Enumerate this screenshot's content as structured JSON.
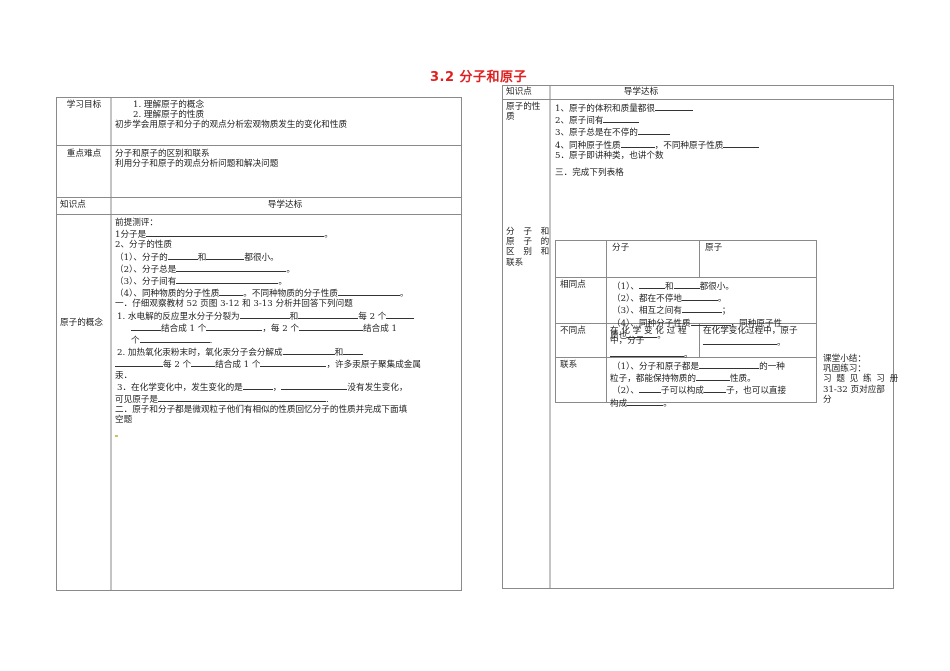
{
  "title": "3.2 分子和原子",
  "left_table": {
    "rows": [
      {
        "label": "学习目标",
        "lines": [
          "1.   理解原子的概念",
          "2.   理解原子的性质",
          "初步学会用原子和分子的观点分析宏观物质发生的变化和性质"
        ]
      },
      {
        "label": "重点难点",
        "lines": [
          "分子和原子的区别和联系",
          "利用分子和原子的观点分析问题和解决问题"
        ]
      },
      {
        "label": "知识点",
        "header": "导学达标"
      },
      {
        "label": "原子的概念",
        "lines": [
          "前提测评：",
          "1分子是",
          "2、分子的性质",
          "（1）、分子的",
          "和",
          "都很小。",
          "（2）、分子总是",
          "（3）、分子间有",
          "（4）、同种物质的分子性质",
          "。不同种物质的分子性质",
          "一．仔细观察教材 52 页图 3-12 和 3-13 分析并回答下列问题",
          "1.  水电解的反应里水分子分裂为",
          "每 2 个",
          "结合成 1 个",
          "，每 2 个",
          "结合成 1",
          "个",
          "2.  加热氧化汞粉末时，氧化汞分子会分解成",
          "每 2 个",
          "，许多汞原子聚集成金属",
          "汞．",
          "3．在化学变化中，发生变化的是",
          "没有发生变化，",
          "可见原子是",
          "二．原子和分子都是微观粒子他们有相似的性质回忆分子的性质并完成下面填",
          "空题"
        ]
      }
    ]
  },
  "right_table": {
    "header": {
      "label": "知识点",
      "content": "导学达标"
    },
    "properties": {
      "label": "原子的性质",
      "lines": [
        "1、原子的体积和质量都很",
        "2、原子间有",
        "3、原子总是在不停的",
        "4、同种原子性质",
        "，不同种原子性质",
        "5．原子即讲种类，也讲个数",
        "三．完成下列表格"
      ]
    },
    "comparison": {
      "label": "分 子 和 原 子 的 区 别 和 联系",
      "label_lines": [
        "分 子 和",
        "原 子 的",
        "区 别 和",
        "联系"
      ],
      "columns": [
        "",
        "分子",
        "原子"
      ],
      "same_label": "相同点",
      "same_lines": [
        "（1）、",
        "和",
        "都很小。",
        "（2）、都在不停地",
        "（3）、相互之间有",
        "（4）、同种分子性质",
        "，同种原子性",
        "质也"
      ],
      "diff_label": "不同点",
      "diff_molecule": [
        "在 化 学 变 化 过 程",
        "中，分子"
      ],
      "diff_atom": "在化学变化过程中，原子",
      "link_label": "联系",
      "link_lines": [
        "（1）、分子和原子都是",
        "的一种",
        "粒子，都能保持物质的",
        "性质。",
        "（2）、",
        "子可以构成",
        "子，也可以直接",
        "构成"
      ]
    },
    "summary": [
      "课堂小结：",
      "巩固练习：",
      "习 题 见 练 习 册",
      "31-32 页对应部",
      "分"
    ]
  }
}
